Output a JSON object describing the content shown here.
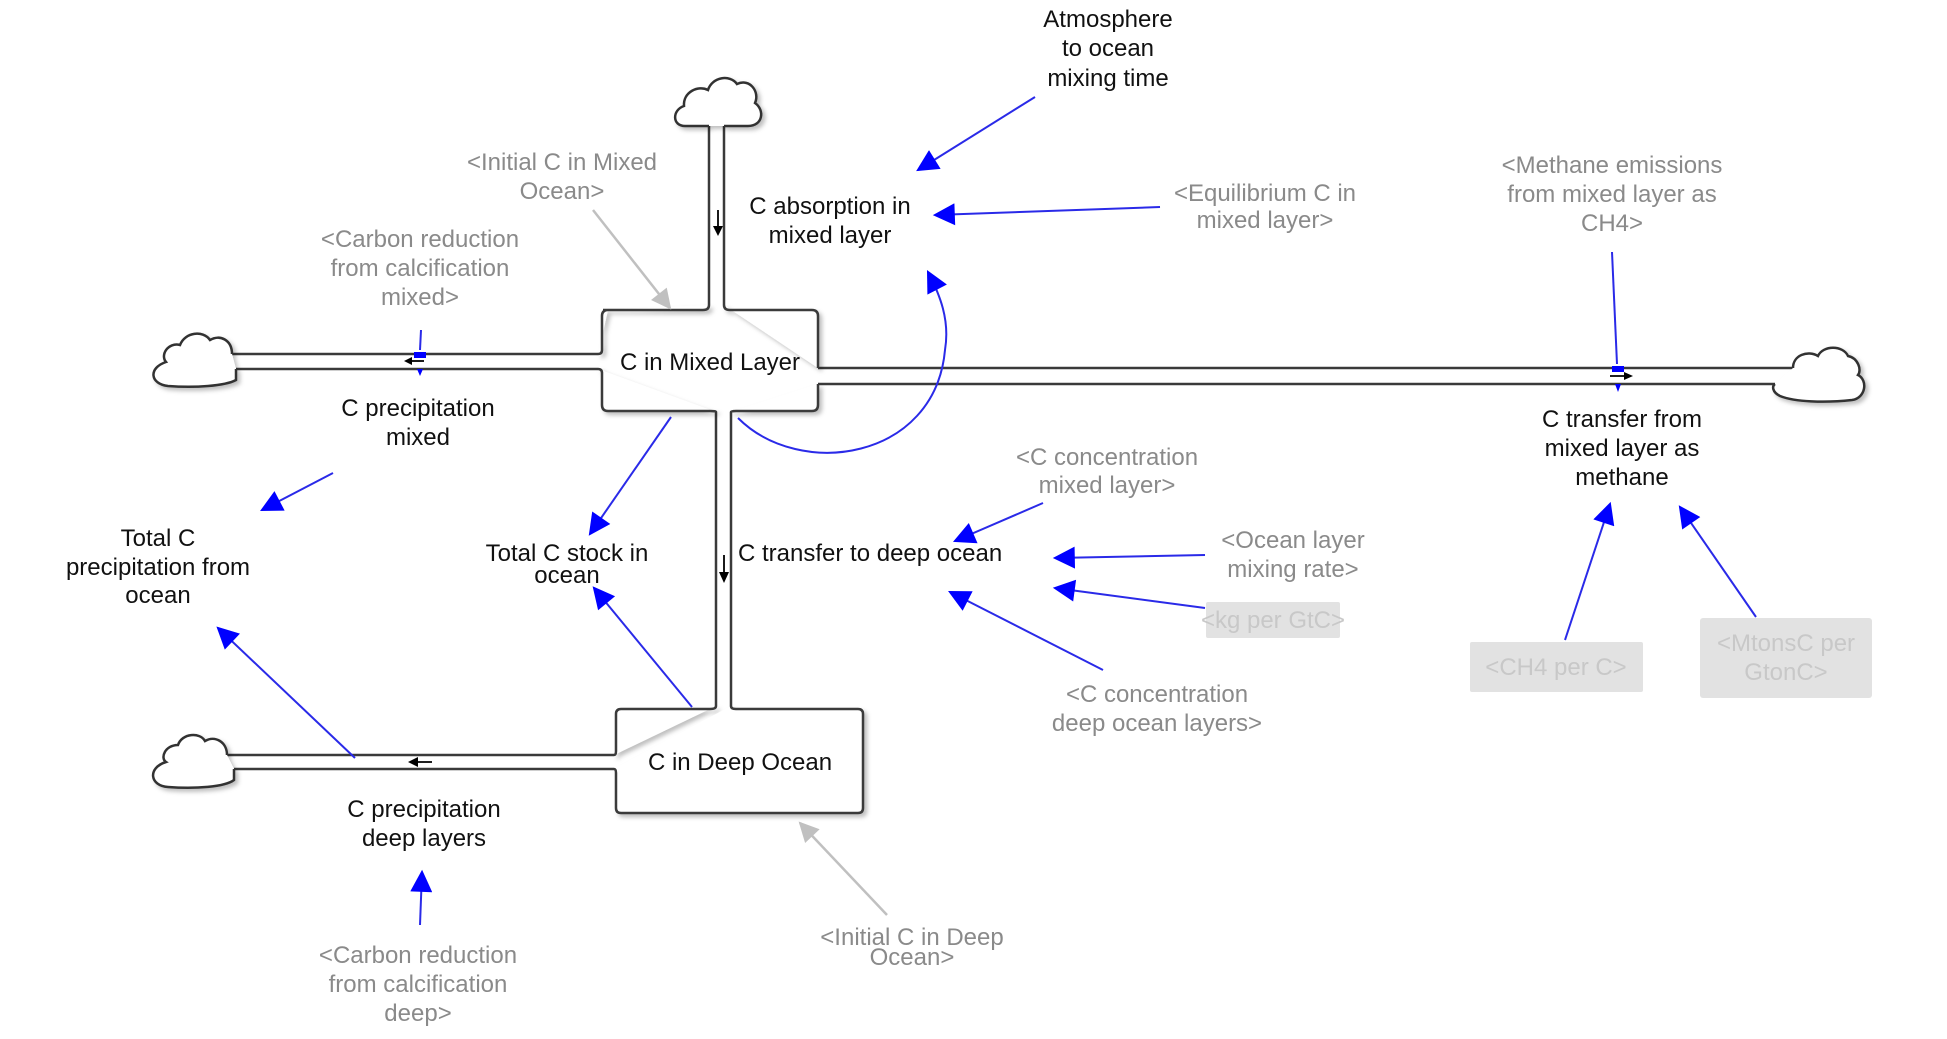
{
  "diagram": {
    "type": "stock-and-flow",
    "colors": {
      "link": "#2a2ae8",
      "arrowhead": "#0000ff",
      "shadow_text": "#8a8a8a",
      "stock_outline": "#3a3a3a",
      "init_link": "#c0c0c0",
      "dim_box": "#e2e2e2",
      "dim_text": "#c8c8c8"
    },
    "stocks": {
      "mixed": "C in Mixed Layer",
      "deep": "C in Deep Ocean"
    },
    "flows": {
      "absorption": [
        "C absorption in",
        "mixed layer"
      ],
      "precip_mixed": [
        "C precipitation",
        "mixed"
      ],
      "transfer_deep": "C transfer to deep ocean",
      "precip_deep": [
        "C precipitation",
        "deep layers"
      ],
      "methane": [
        "C transfer from",
        "mixed layer as",
        "methane"
      ]
    },
    "auxiliaries": {
      "atm_mixing": [
        "Atmosphere",
        "to ocean",
        "mixing time"
      ],
      "total_precip": [
        "Total C",
        "precipitation from",
        "ocean"
      ],
      "total_stock": [
        "Total C stock in",
        "ocean"
      ]
    },
    "shadow_variables": {
      "initial_mixed": [
        "<Initial C in Mixed",
        "Ocean>"
      ],
      "carbon_red_mixed": [
        "<Carbon reduction",
        "from calcification",
        "mixed>"
      ],
      "equil_c": [
        "<Equilibrium C in",
        "mixed layer>"
      ],
      "methane_emissions": [
        "<Methane emissions",
        "from mixed layer as",
        "CH4>"
      ],
      "c_conc_mixed": [
        "<C concentration",
        "mixed layer>"
      ],
      "ocean_mixing_rate": [
        "<Ocean layer",
        "mixing rate>"
      ],
      "kg_per_gtc": "<kg per GtC>",
      "c_conc_deep": [
        "<C concentration",
        "deep ocean layers>"
      ],
      "ch4_per_c": "<CH4 per C>",
      "mtons_per_gton": [
        "<MtonsC per",
        "GtonC>"
      ],
      "carbon_red_deep": [
        "<Carbon reduction",
        "from calcification",
        "deep>"
      ],
      "initial_deep": [
        "<Initial C in Deep",
        "Ocean>"
      ]
    }
  }
}
